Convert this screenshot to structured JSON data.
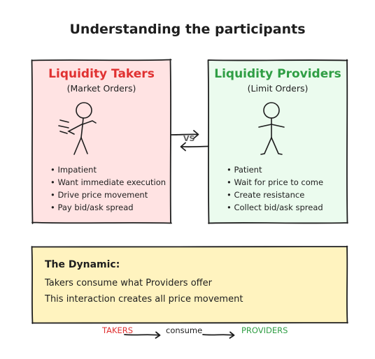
{
  "title": "Understanding the participants",
  "takers": {
    "title": "Liquidity Takers",
    "subtitle": "(Market Orders)",
    "bullets": [
      "• Impatient",
      "• Want immediate execution",
      "• Drive price movement",
      "• Pay bid/ask spread"
    ]
  },
  "providers": {
    "title": "Liquidity Providers",
    "subtitle": "(Limit Orders)",
    "bullets": [
      "• Patient",
      "• Wait for price to come",
      "• Create resistance",
      "• Collect bid/ask spread"
    ]
  },
  "vs_label": "VS",
  "dynamic": {
    "title": "The Dynamic:",
    "line1": "Takers consume what Providers offer",
    "line2": "This interaction creates all price movement"
  },
  "flow": {
    "takers": "TAKERS",
    "consume": "consume",
    "providers": "PROVIDERS"
  },
  "colors": {
    "takers_accent": "#e03131",
    "providers_accent": "#2f9e44",
    "takers_fill": "#ffe3e3",
    "providers_fill": "#ebfbee",
    "dynamic_fill": "#fff3bf",
    "ink": "#1e1e1e"
  }
}
